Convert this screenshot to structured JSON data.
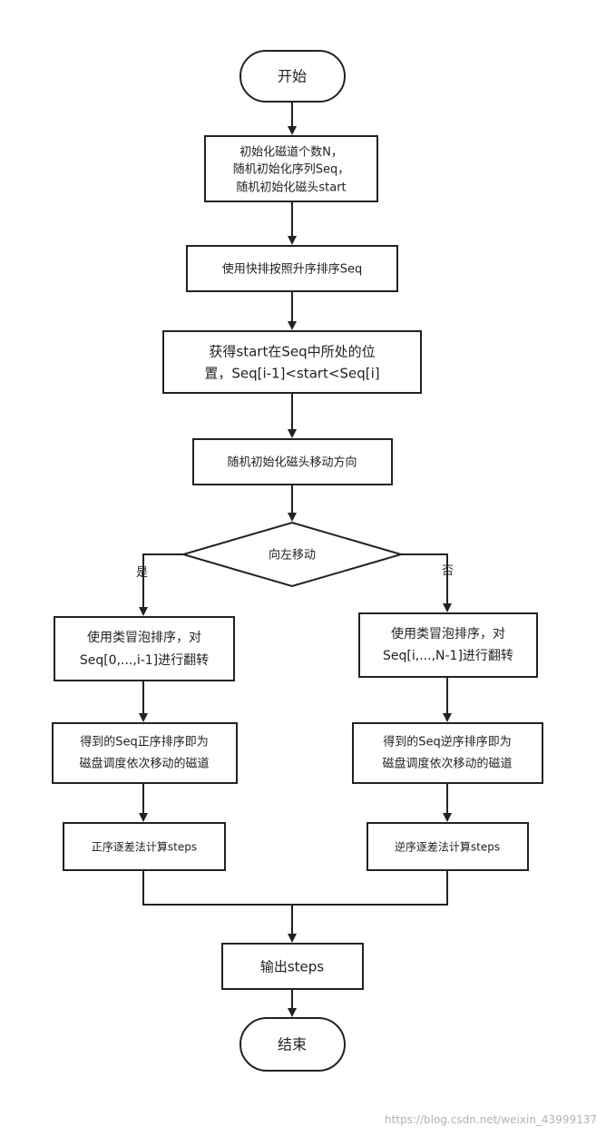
{
  "nodes": {
    "start": "开始",
    "init": [
      "初始化磁道个数N，",
      "随机初始化序列Seq，",
      "随机初始化磁头start"
    ],
    "sort": "使用快排按照升序排序Seq",
    "position": [
      "获得start在Seq中所处的位",
      "置，Seq[i-1]<start<Seq[i]"
    ],
    "direction_init": "随机初始化磁头移动方向",
    "decision": "向左移动",
    "left_flip": [
      "使用类冒泡排序，对",
      "Seq[0,...,i-1]进行翻转"
    ],
    "right_flip": [
      "使用类冒泡排序，对",
      "Seq[i,...,N-1]进行翻转"
    ],
    "left_result": [
      "得到的Seq正序排序即为",
      "磁盘调度依次移动的磁道"
    ],
    "right_result": [
      "得到的Seq逆序排序即为",
      "磁盘调度依次移动的磁道"
    ],
    "left_calc": "正序逐差法计算steps",
    "right_calc": "逆序逐差法计算steps",
    "output": "输出steps",
    "end": "结束"
  },
  "labels": {
    "yes": "是",
    "no": "否"
  },
  "watermark": "https://blog.csdn.net/weixin_43999137"
}
